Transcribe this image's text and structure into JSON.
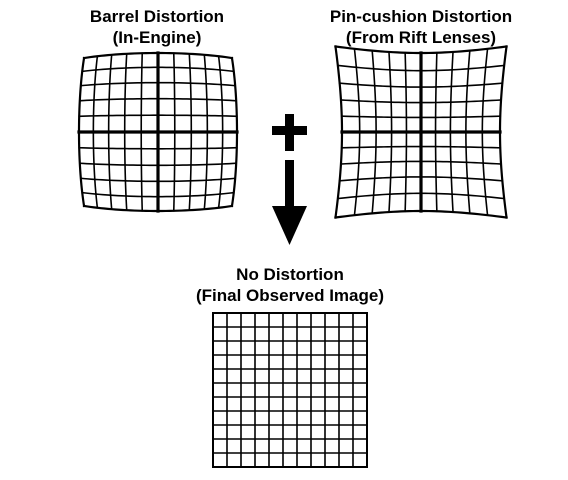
{
  "panels": {
    "barrel": {
      "title_line1": "Barrel Distortion",
      "title_line2": "(In-Engine)"
    },
    "pincushion": {
      "title_line1": "Pin-cushion Distortion",
      "title_line2": "(From Rift Lenses)"
    },
    "result": {
      "title_line1": "No Distortion",
      "title_line2": "(Final Observed Image)"
    }
  },
  "operator_symbol": "plus",
  "flow_symbol": "arrow-down",
  "colors": {
    "ink": "#000000",
    "background": "#ffffff"
  }
}
